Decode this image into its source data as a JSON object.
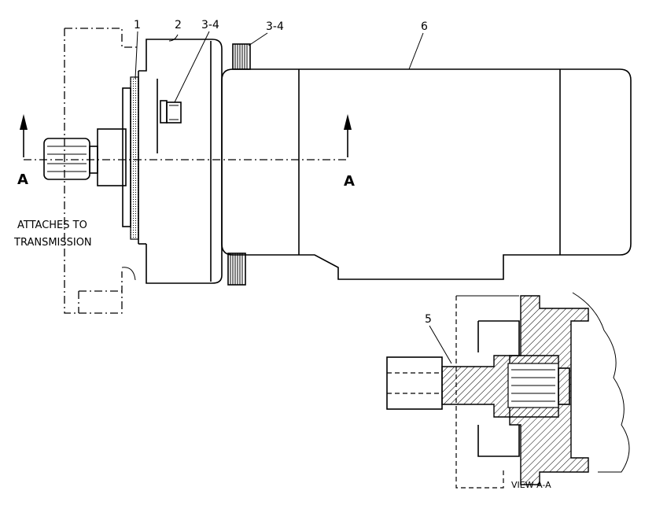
{
  "callouts": {
    "c1": "1",
    "c2": "2",
    "c3a": "3-4",
    "c3b": "3-4",
    "c5": "5",
    "c6": "6"
  },
  "section_marks": {
    "left": "A",
    "right": "A"
  },
  "note": {
    "line1": "ATTACHES TO",
    "line2": "TRANSMISSION"
  },
  "view_label": "VIEW A-A"
}
